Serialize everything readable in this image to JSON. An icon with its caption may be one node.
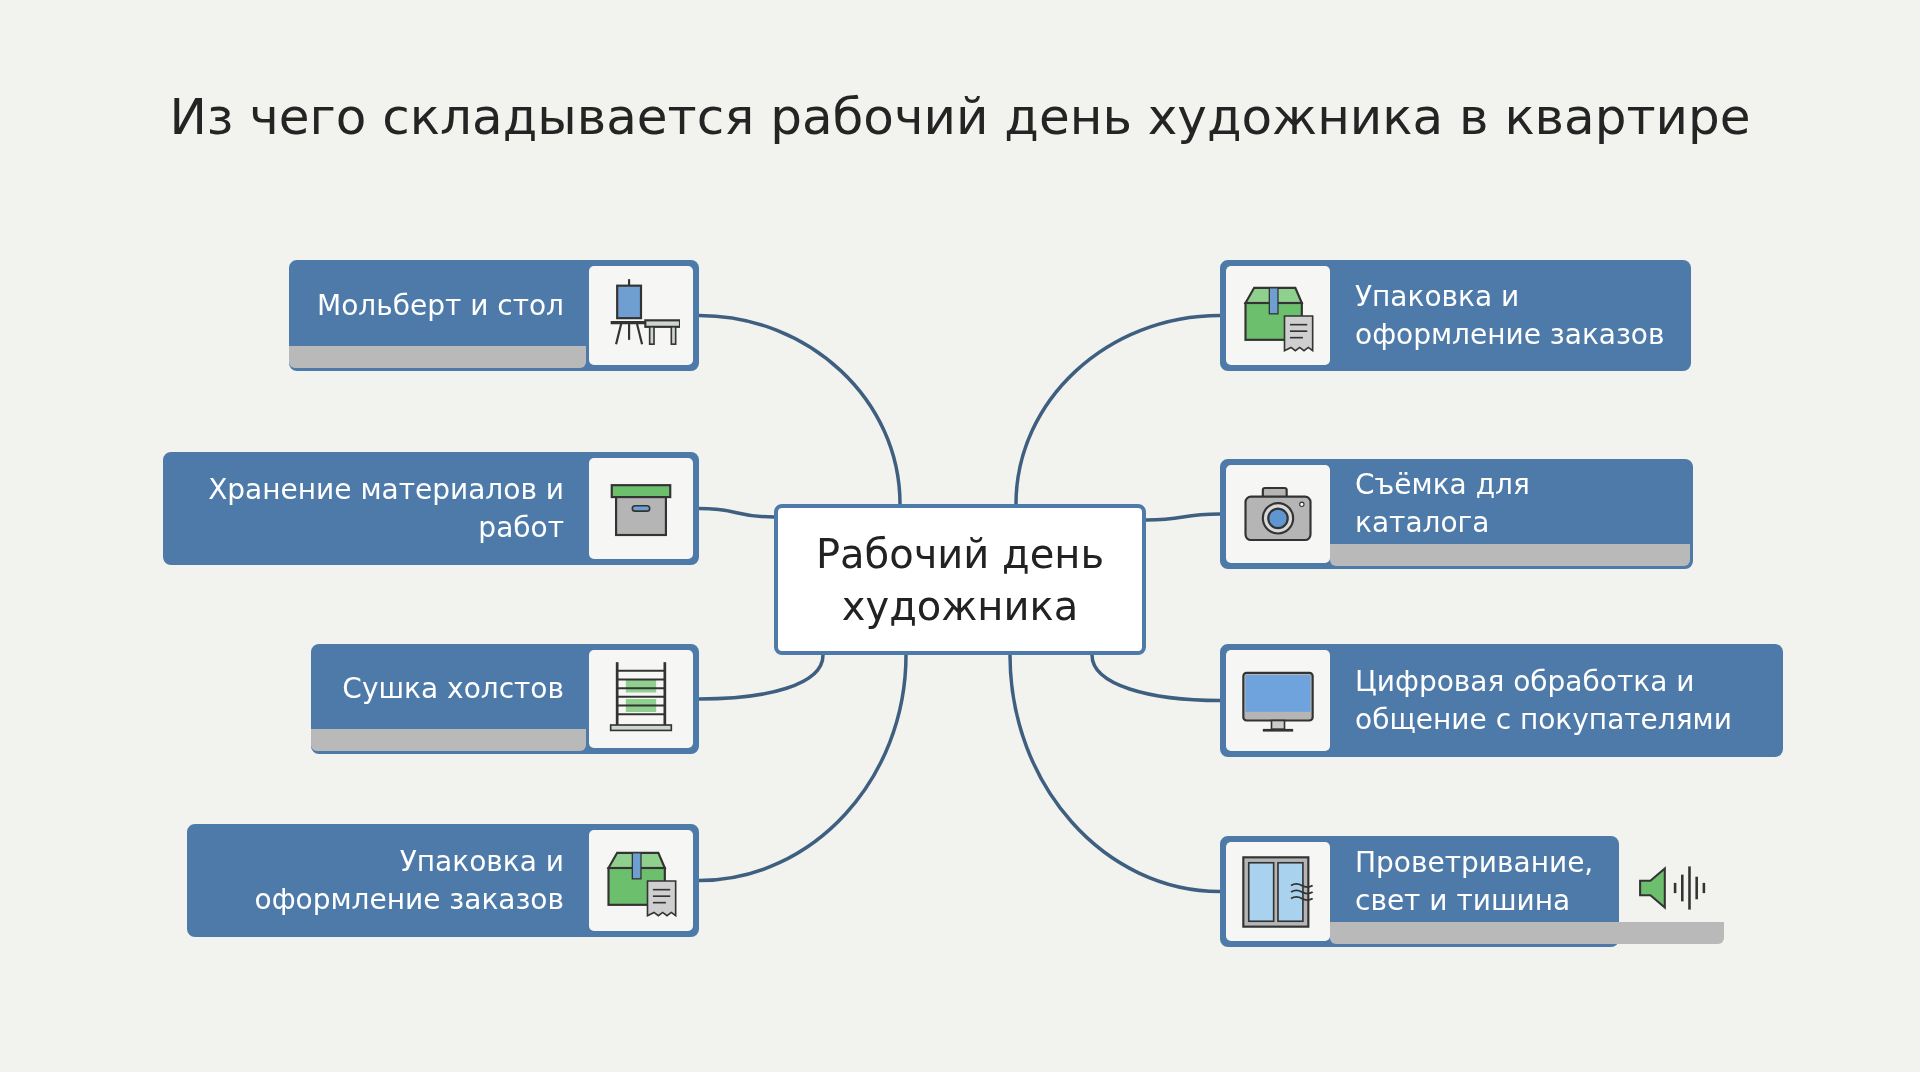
{
  "diagram": {
    "title": "Из чего складывается рабочий день художника в квартире",
    "nodes": [
      {
        "text": [
          "Рабочий день художника"
        ]
      },
      {
        "text": [
          "Мольберт и стол"
        ]
      },
      {
        "text": [
          "Хранение материалов и работ"
        ]
      },
      {
        "text": [
          "Сушка холстов"
        ]
      },
      {
        "text": [
          "Упаковка и оформление заказов"
        ]
      },
      {
        "text": [
          "Упаковка и оформление заказов"
        ]
      },
      {
        "text": [
          "Съёмка для каталога"
        ]
      },
      {
        "text": [
          "Цифровая обработка и общение с покупателями"
        ]
      },
      {
        "text": [
          "Проветривание, свет и тишина"
        ]
      }
    ],
    "edges": [
      {
        "from": 0,
        "to": 1,
        "arrow": "none"
      },
      {
        "from": 0,
        "to": 2,
        "arrow": "none"
      },
      {
        "from": 0,
        "to": 3,
        "arrow": "none"
      },
      {
        "from": 0,
        "to": 4,
        "arrow": "none"
      },
      {
        "from": 0,
        "to": 5,
        "arrow": "none"
      },
      {
        "from": 0,
        "to": 6,
        "arrow": "none"
      },
      {
        "from": 0,
        "to": 7,
        "arrow": "none"
      },
      {
        "from": 0,
        "to": 8,
        "arrow": "none"
      }
    ]
  }
}
